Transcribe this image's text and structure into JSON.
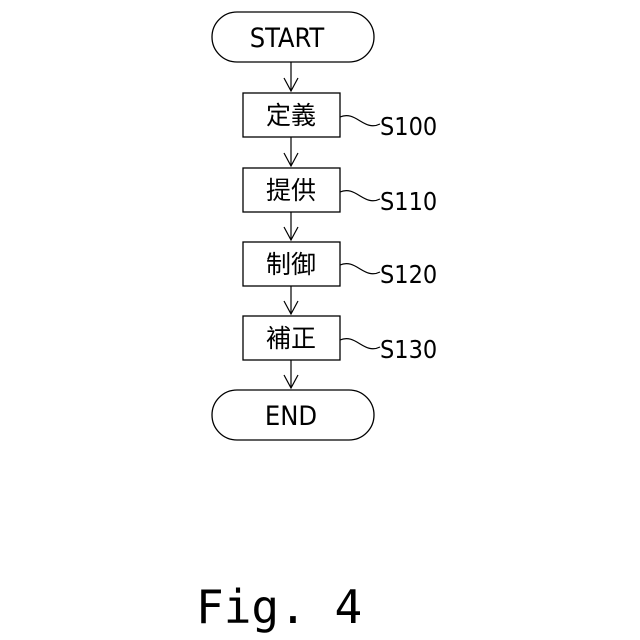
{
  "flowchart": {
    "start": "START",
    "end": "END",
    "steps": [
      {
        "text": "定義",
        "label": "S100"
      },
      {
        "text": "提供",
        "label": "S110"
      },
      {
        "text": "制御",
        "label": "S120"
      },
      {
        "text": "補正",
        "label": "S130"
      }
    ]
  },
  "caption": "Fig. 4"
}
